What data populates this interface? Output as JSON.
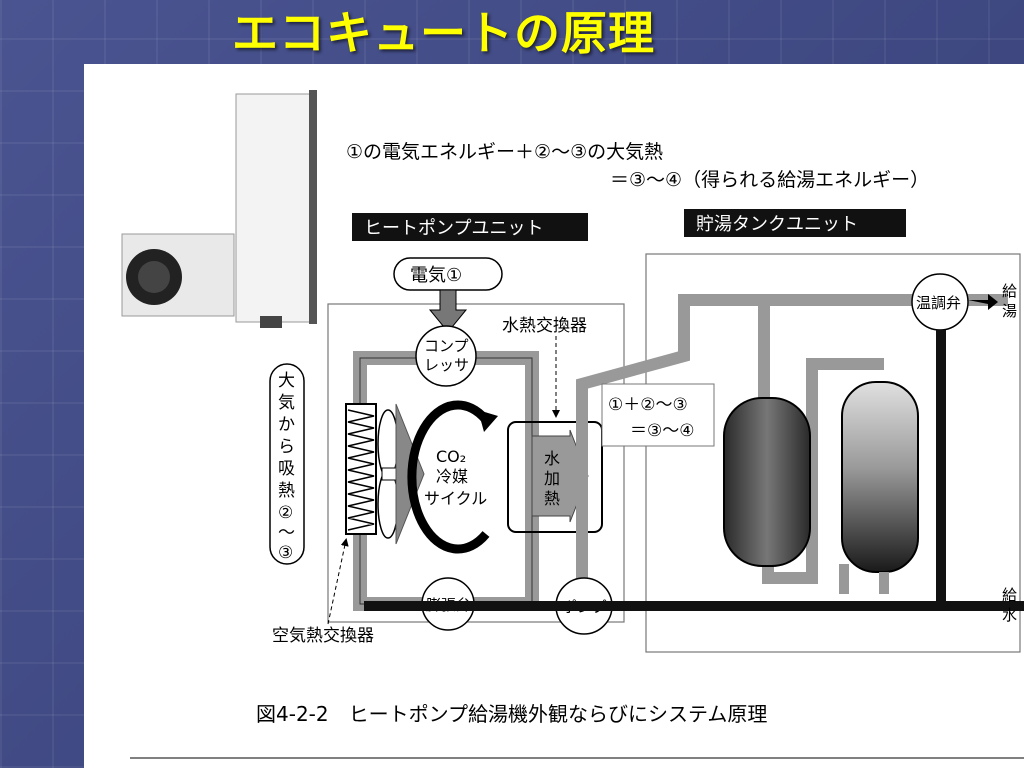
{
  "slide": {
    "title": "エコキュートの原理"
  },
  "diagram": {
    "equation_line1": "①の電気エネルギー＋②～③の大気熱",
    "equation_line2": "＝③～④（得られる給湯エネルギー）",
    "heat_pump_unit": "ヒートポンプユニット",
    "tank_unit": "貯湯タンクユニット",
    "electricity": "電気①",
    "water_heat_exchanger": "水熱交換器",
    "compressor_line1": "コンプ",
    "compressor_line2": "レッサ",
    "mix_valve": "温調弁",
    "hot_water_out": "給湯",
    "cold_water_in": "給水",
    "heat_balance_line1": "①＋②～③",
    "heat_balance_line2": "＝③～④",
    "co2_line1": "CO₂",
    "co2_line2": "冷媒",
    "co2_line3": "サイクル",
    "water_heating": "水加熱",
    "air_absorb": "大気から吸熱②～③",
    "expansion_valve": "膨張弁",
    "pump": "ポンプ",
    "air_heat_exchanger": "空気熱交換器",
    "caption": "図4-2-2　ヒートポンプ給湯機外観ならびにシステム原理"
  }
}
